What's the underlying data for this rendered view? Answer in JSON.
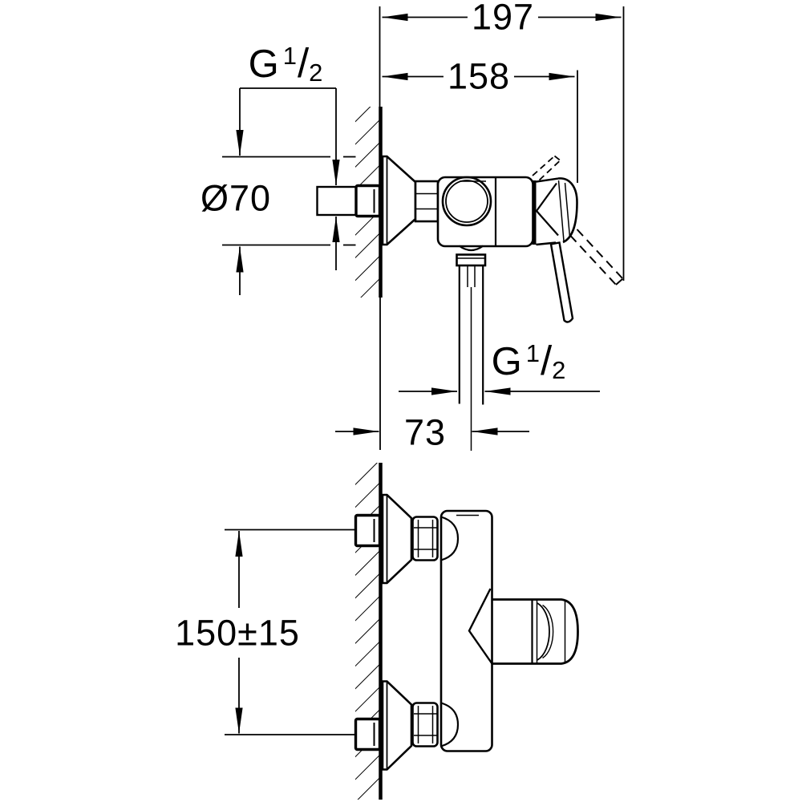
{
  "drawing": {
    "dim_width_total": "197",
    "dim_width_body": "158",
    "dim_escutcheon_diameter": "Ø70",
    "dim_wall_to_hose": "73",
    "dim_inlet_spacing": "150±15",
    "thread_label": {
      "prefix": "G",
      "numerator": "1",
      "slash": "/",
      "denominator": "2"
    }
  },
  "colors": {
    "line": "#000000",
    "background": "#ffffff"
  }
}
